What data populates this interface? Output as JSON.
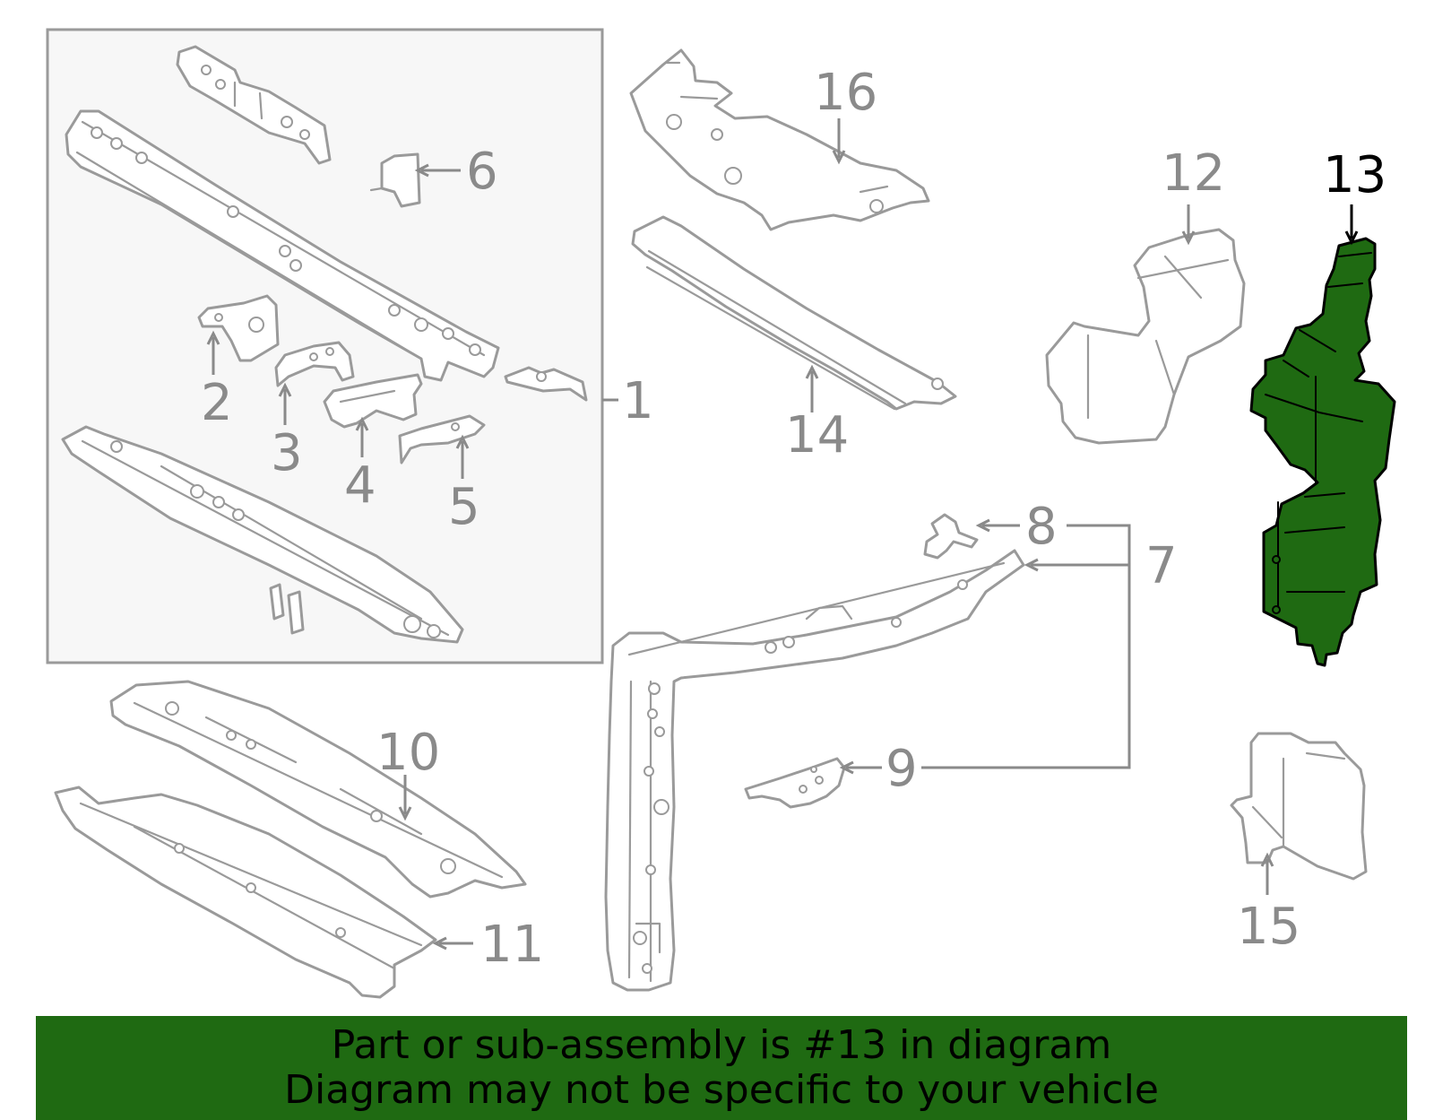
{
  "callouts": {
    "c1": "1",
    "c2": "2",
    "c3": "3",
    "c4": "4",
    "c5": "5",
    "c6": "6",
    "c7": "7",
    "c8": "8",
    "c9": "9",
    "c10": "10",
    "c11": "11",
    "c12": "12",
    "c13": "13",
    "c14": "14",
    "c15": "15",
    "c16": "16"
  },
  "highlighted_part": "13",
  "colors": {
    "highlight_fill": "#1f6a12",
    "banner_background": "#1f6a12",
    "part_outline": "#9a9a9a",
    "highlight_outline": "#000000",
    "assembly_box_fill": "#f7f7f7"
  },
  "banner": {
    "line1": "Part or sub-assembly is #13 in diagram",
    "line2": "Diagram may not be specific to your vehicle"
  }
}
